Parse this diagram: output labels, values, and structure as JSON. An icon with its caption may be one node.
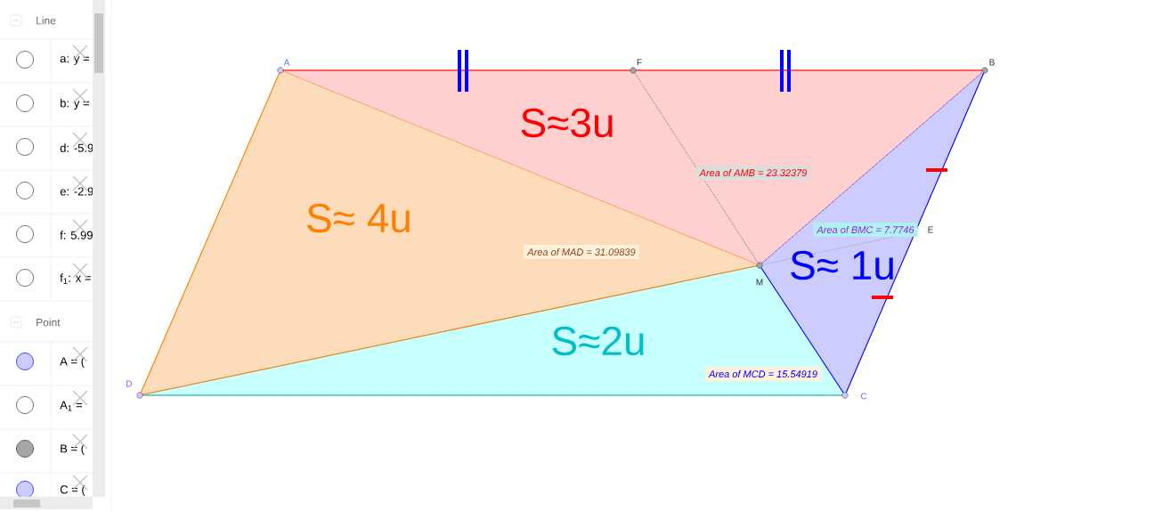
{
  "diagram": {
    "nodes": [
      {
        "text": [
          "S≈3u",
          "Area of  AMB = 23.32379"
        ]
      },
      {
        "text": [
          "S≈ 4u",
          "Area of  MAD = 31.09839"
        ]
      },
      {
        "text": [
          "Area of  BMC = 7.7746",
          "S≈ 1u"
        ]
      },
      {
        "text": [
          "S≈2u",
          "Area of  MCD = 15.54919"
        ]
      }
    ],
    "labels": [
      "Line",
      "a: y =",
      "b: y =",
      "d: -5.9",
      "e: -2.9",
      "f: 5.99",
      "f$_{1}$: x =",
      "Point",
      "A = (",
      "A$_{1}$ =",
      "B = (",
      "C = (",
      "A",
      "F",
      "B",
      "E",
      "M",
      "D",
      "C"
    ]
  }
}
